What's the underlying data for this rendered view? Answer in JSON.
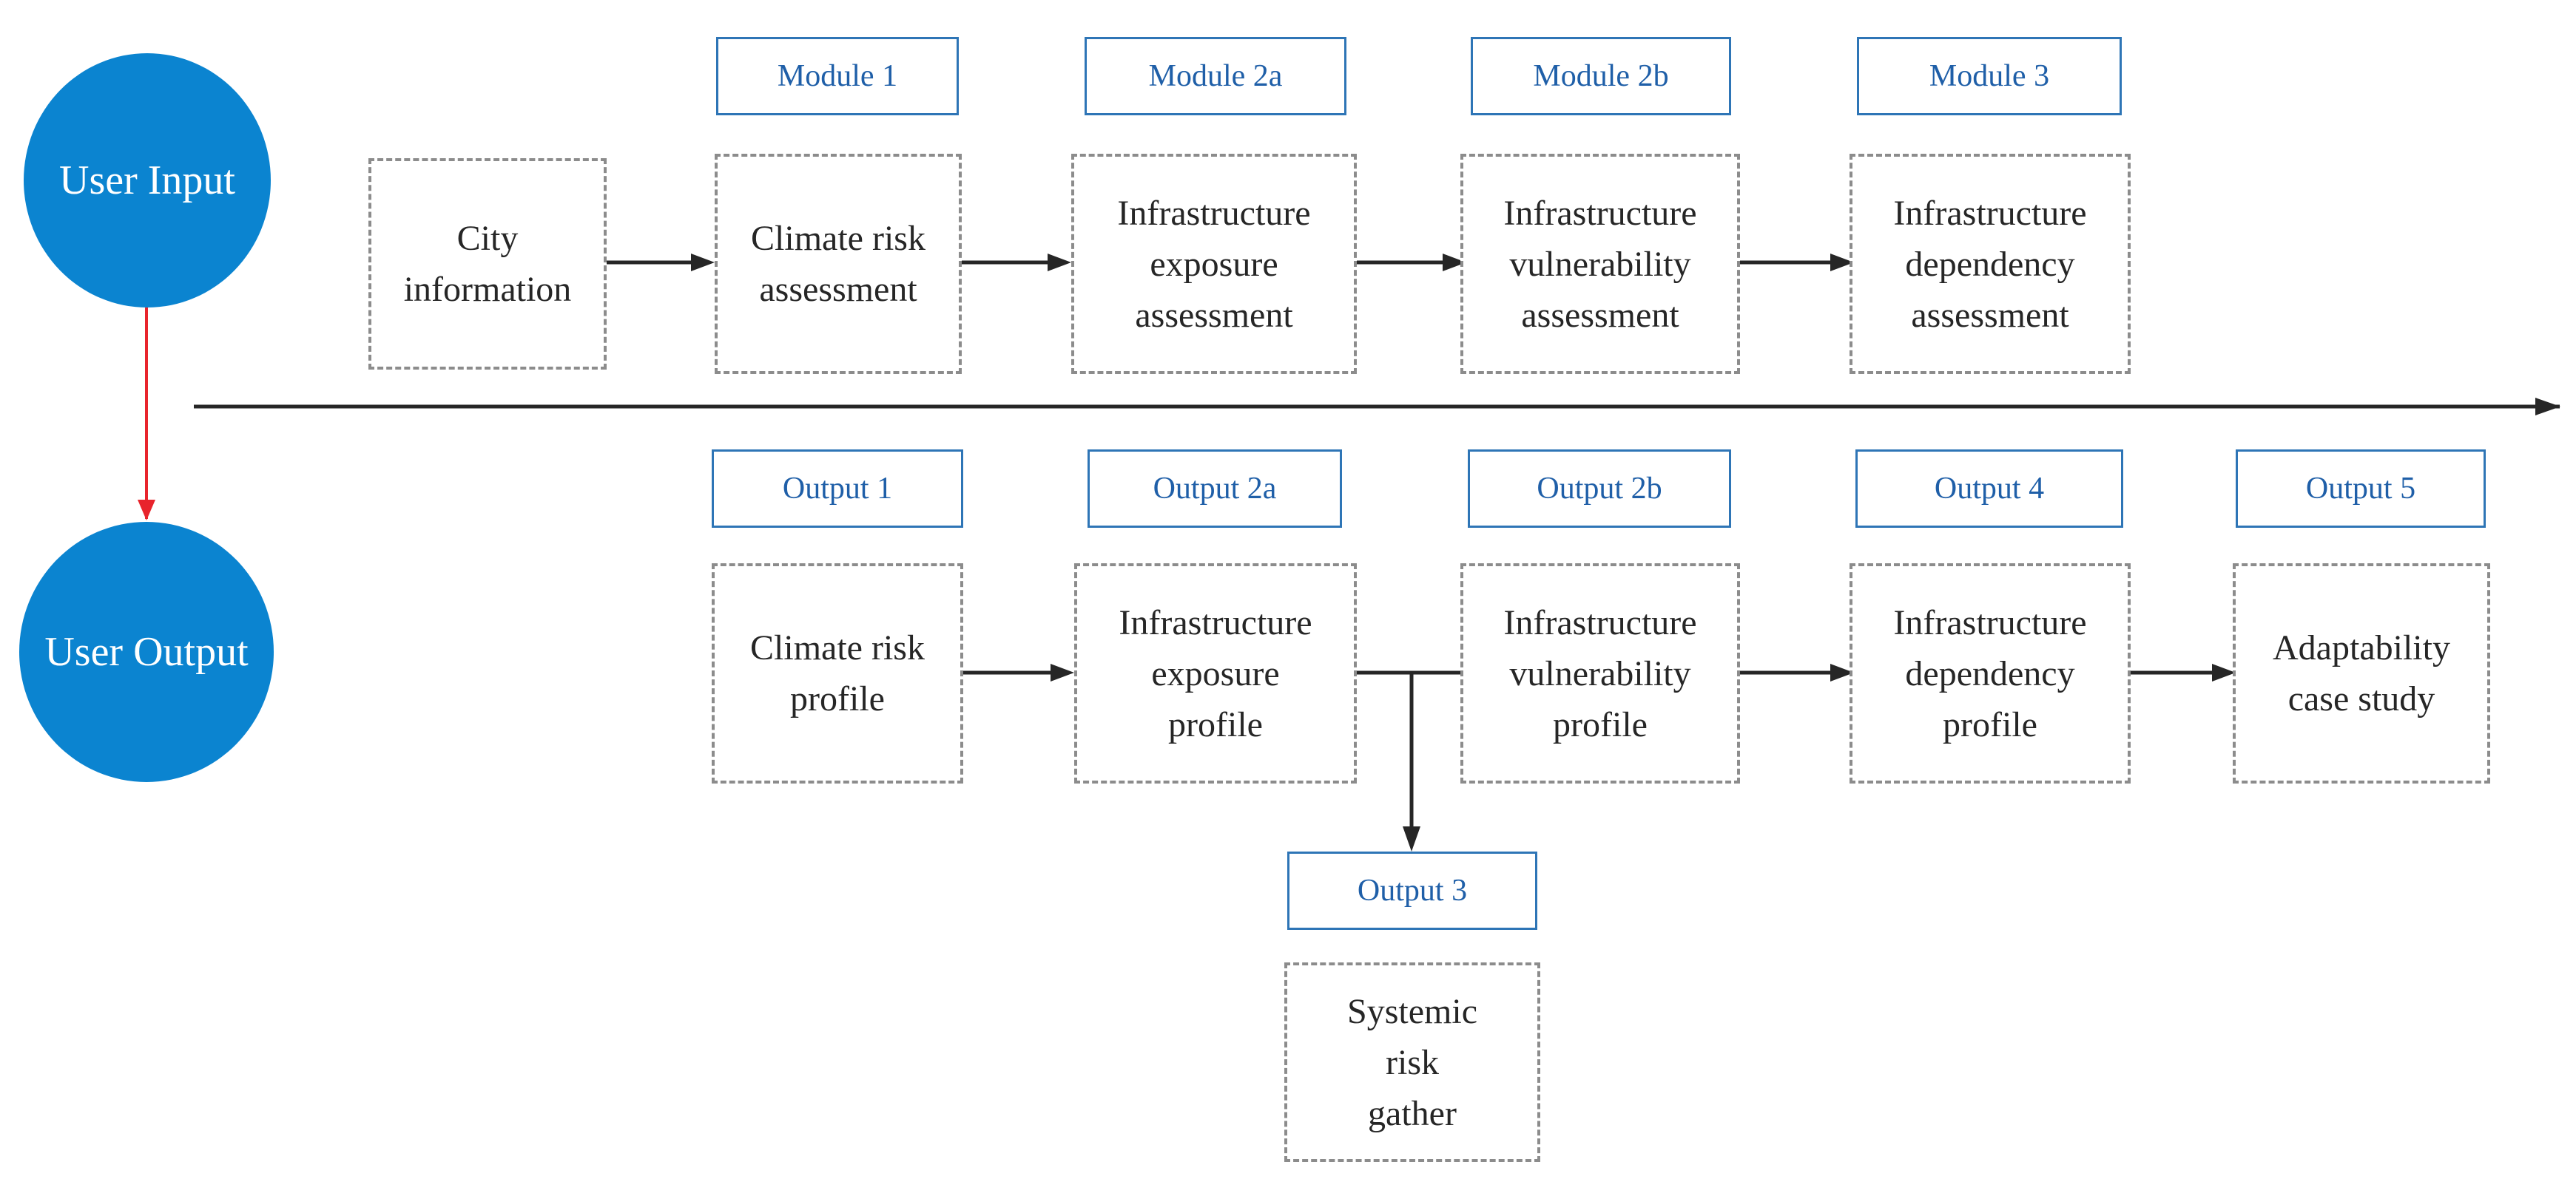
{
  "colors": {
    "circle_fill": "#0b84d0",
    "label_text": "#1f5fa8",
    "label_border": "#2e75b6",
    "step_border": "#8c8c8c",
    "arrow": "#262626",
    "user_link": "#e8242c"
  },
  "circles": {
    "input": "User Input",
    "output": "User Output"
  },
  "modules": {
    "m1": "Module 1",
    "m2a": "Module 2a",
    "m2b": "Module 2b",
    "m3": "Module 3"
  },
  "module_steps": {
    "city": "City\ninformation",
    "climate": "Climate risk\nassessment",
    "exposure": "Infrastructure\nexposure\nassessment",
    "vulnerability": "Infrastructure\nvulnerability\nassessment",
    "dependency": "Infrastructure\ndependency\nassessment"
  },
  "outputs": {
    "o1": "Output 1",
    "o2a": "Output 2a",
    "o2b": "Output 2b",
    "o3": "Output 3",
    "o4": "Output 4",
    "o5": "Output 5"
  },
  "output_steps": {
    "climate_profile": "Climate risk\nprofile",
    "exposure_profile": "Infrastructure\nexposure\nprofile",
    "vulnerability_profile": "Infrastructure\nvulnerability\nprofile",
    "dependency_profile": "Infrastructure\ndependency\nprofile",
    "case_study": "Adaptability\ncase study",
    "systemic": "Systemic\nrisk\ngather"
  }
}
